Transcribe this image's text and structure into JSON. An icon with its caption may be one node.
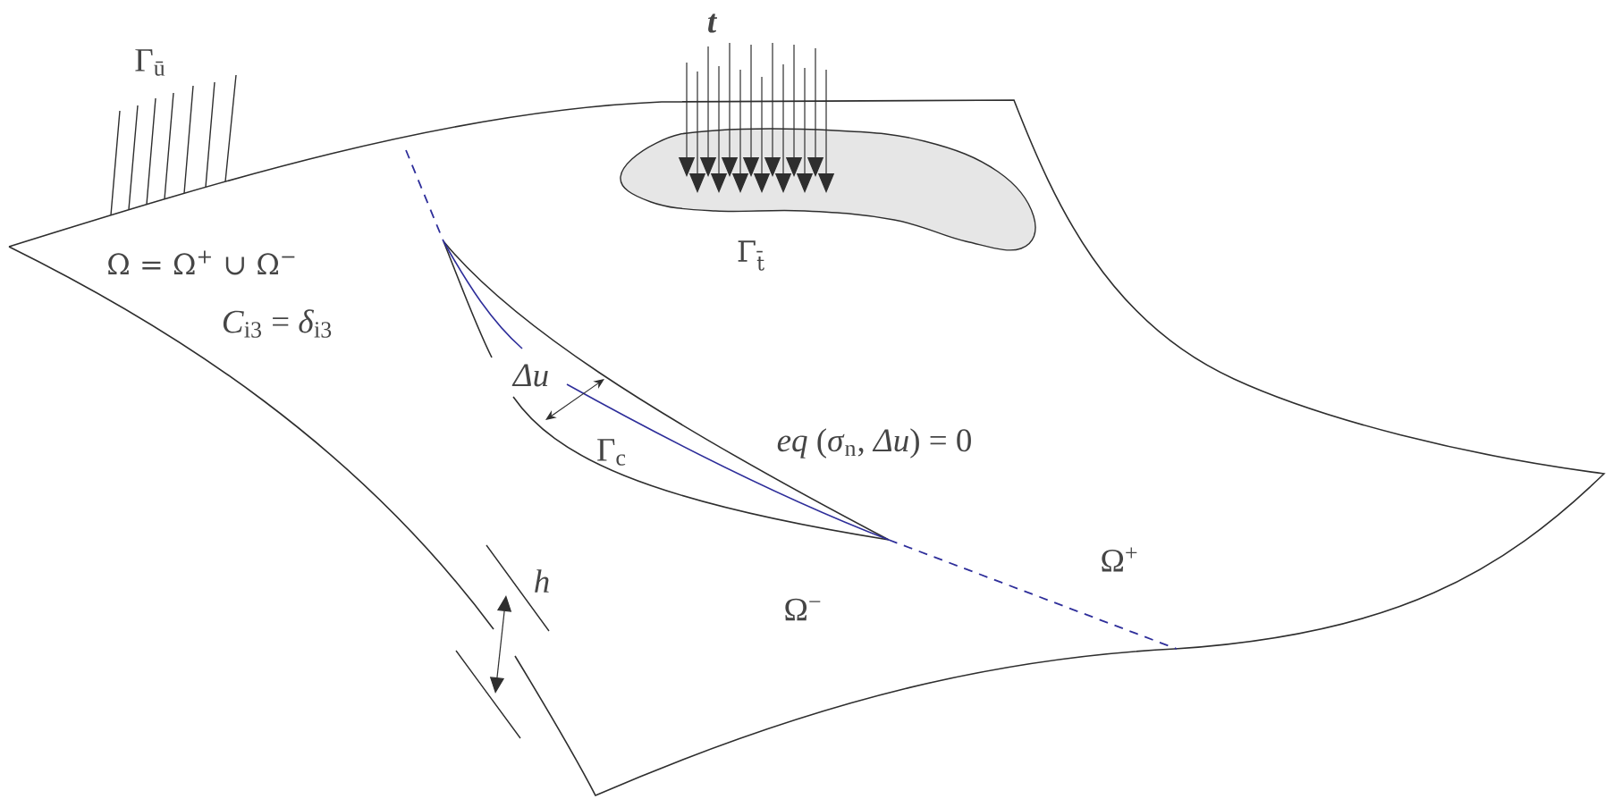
{
  "diagram": {
    "nodes": [
      {
        "text": [
          "Γ$_{t̄}$"
        ]
      }
    ],
    "labels": [
      "t",
      "Γ$_{ū}$",
      "Ω = Ω$^{+}$ ∪ Ω$^{−}$",
      "*C*$_{i3}$ = *δ*$_{i3}$",
      "Δu",
      "Γ$_{c}$",
      "*eq* (*σ*$_{n}$, *Δu*) = 0",
      "h",
      "Ω$^{+}$",
      "Ω$^{−}$"
    ]
  }
}
